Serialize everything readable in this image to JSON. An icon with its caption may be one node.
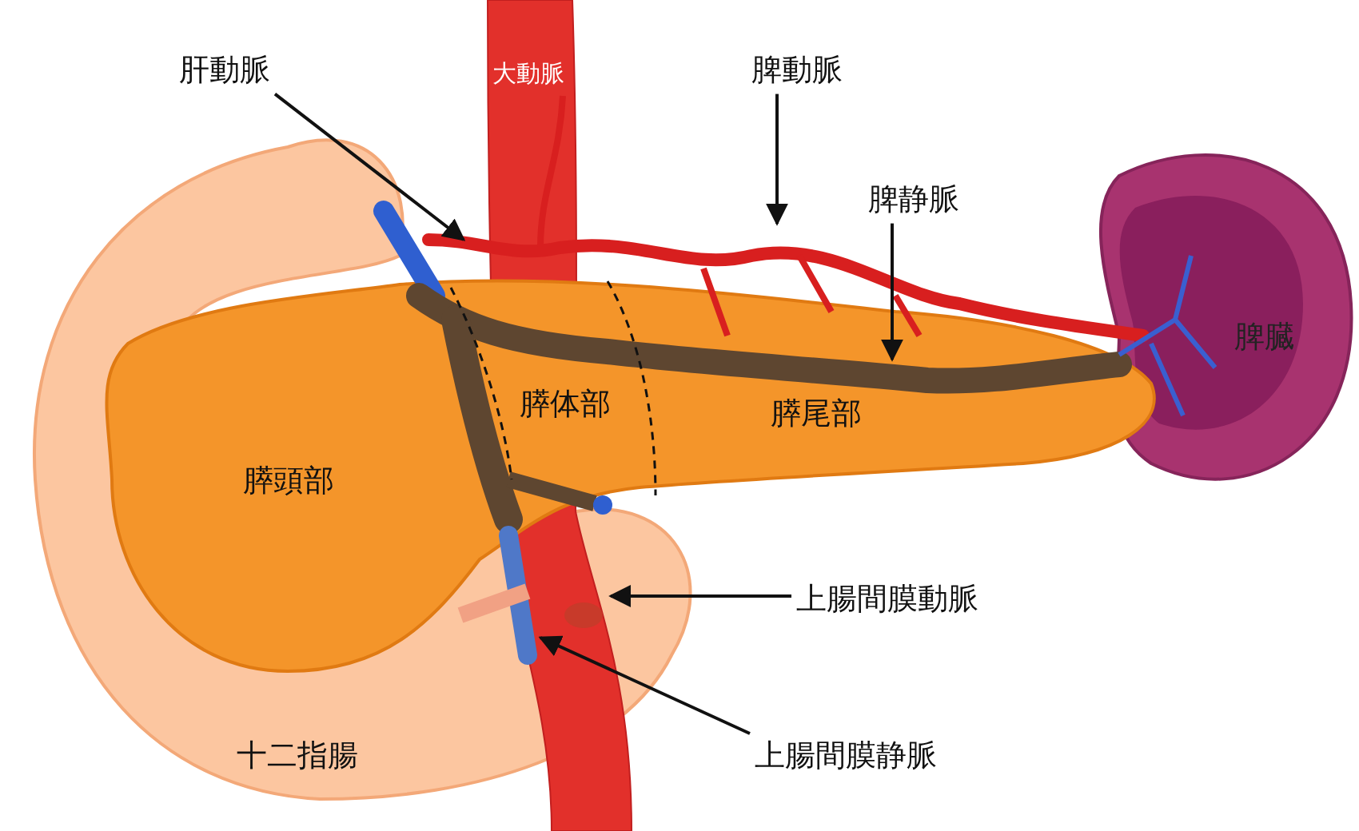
{
  "diagram": {
    "nodes": [
      {
        "text": [
          "肝動脈"
        ]
      },
      {
        "text": [
          "脾動脈"
        ]
      },
      {
        "text": [
          "脾静脈"
        ]
      },
      {
        "text": [
          "上腸間膜動脈"
        ]
      },
      {
        "text": [
          "上腸間膜静脈"
        ]
      }
    ],
    "edges": [
      {
        "from": 0,
        "to": null,
        "arrow": "to"
      },
      {
        "from": 1,
        "to": null,
        "arrow": "to"
      },
      {
        "from": 2,
        "to": null,
        "arrow": "to"
      },
      {
        "from": 3,
        "to": null,
        "arrow": "to"
      },
      {
        "from": 4,
        "to": null,
        "arrow": "to"
      }
    ],
    "labels": [
      "大動脈",
      "膵体部",
      "膵尾部",
      "膵頭部",
      "十二指腸",
      "脾臓"
    ]
  }
}
